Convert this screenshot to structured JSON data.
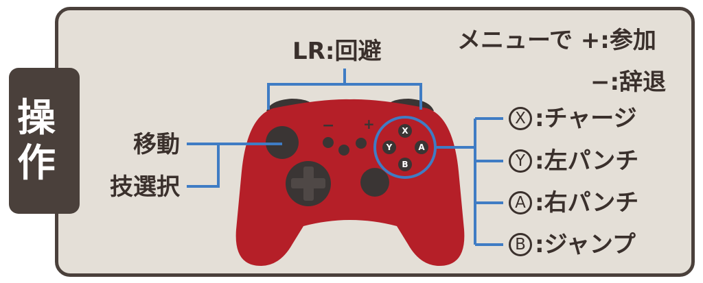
{
  "section_title": "操作",
  "top_center": "LR:回避",
  "menu_line1": "メニューで +:参加",
  "menu_line2": "−:辞退",
  "left_labels": [
    "移動",
    "技選択"
  ],
  "face_letters": {
    "x": "X",
    "y": "Y",
    "a": "A",
    "b": "B"
  },
  "plus_minus": {
    "minus": "−",
    "plus": "+"
  },
  "right_labels": [
    {
      "btn": "X",
      "text": ":チャージ"
    },
    {
      "btn": "Y",
      "text": ":左パンチ"
    },
    {
      "btn": "A",
      "text": ":右パンチ"
    },
    {
      "btn": "B",
      "text": ":ジャンプ"
    }
  ],
  "colors": {
    "panel_bg": "#e4dfd7",
    "dark": "#4a403b",
    "controller_red": "#b51f28",
    "callout_blue": "#3f7cc4",
    "button_dark": "#3a3534"
  }
}
